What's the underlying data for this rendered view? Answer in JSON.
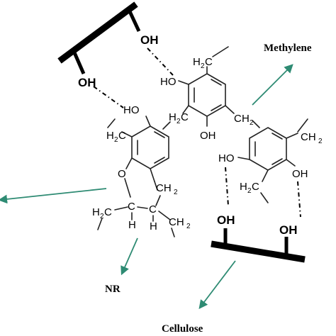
{
  "labels": {
    "methylene": "Methylene",
    "nr": "NR",
    "cellulose": "Cellulose",
    "oh_cellulose_top_right": "OH",
    "oh_cellulose_top_left": "OH",
    "oh_cellulose_bottom_left": "OH",
    "oh_cellulose_bottom_right": "OH",
    "ho_center": "HO",
    "oh_center_bottom": "OH",
    "ho_left_ring": "HO",
    "ho_right_ring": "HO",
    "oh_right_ring": "OH",
    "oxygen": "O",
    "h_ring_1": "H",
    "h_ring_2": "H",
    "c_ring_1": "C",
    "c_ring_2": "C"
  },
  "methylene_groups": {
    "h": "H",
    "c": "C",
    "sub": "2",
    "ch_label": "CH",
    "ch_sub": "2"
  },
  "colors": {
    "arrow": "#2e8b73",
    "ink": "#000000"
  }
}
